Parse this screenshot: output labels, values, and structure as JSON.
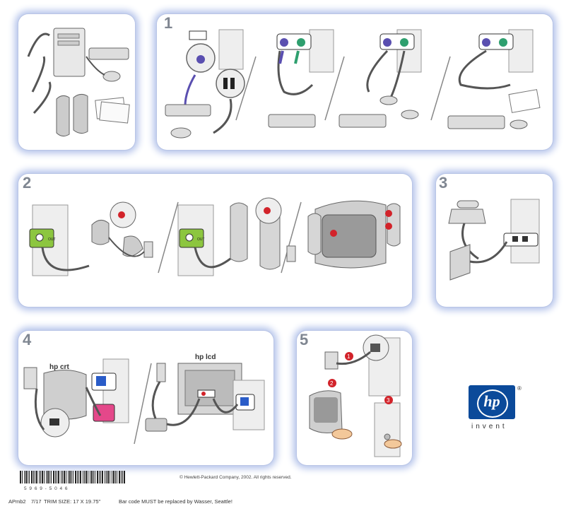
{
  "steps": {
    "s1": "1",
    "s2": "2",
    "s3": "3",
    "s4": "4",
    "s5": "5"
  },
  "step4_labels": {
    "crt": "hp crt",
    "lcd": "hp lcd"
  },
  "step5_callouts": [
    "1",
    "2",
    "3"
  ],
  "port_labels": {
    "out": "OUT"
  },
  "copyright": "© Hewlett-Packard Company, 2002. All rights reserved.",
  "barcode_number": "5 9 6 9 - 5 0 4 6",
  "footer": {
    "code": "APmb2",
    "page": "7/17",
    "trim": "TRIM SIZE: 17 X 19.75\"",
    "note": "Bar code MUST be replaced by Wasser, Seattle!"
  },
  "logo": {
    "brand": "hp",
    "tagline": "invent",
    "reg": "®"
  },
  "colors": {
    "panel_glow": "#b3c2ea",
    "keyboard_port": "#5a4fb0",
    "mouse_port": "#2e9f6e",
    "speaker_port": "#8cc63f",
    "monitor_port": "#2a5cc8",
    "hp_blue": "#0b4a9a",
    "callout_red": "#d2232a"
  }
}
